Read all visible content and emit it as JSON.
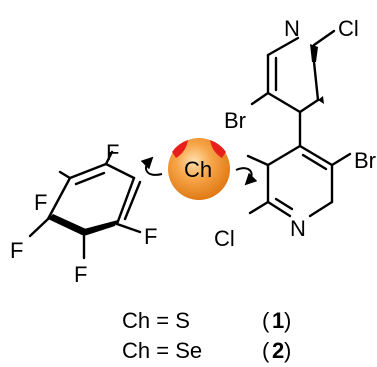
{
  "atoms": {
    "pyridine_top": {
      "n": "N",
      "cl": "Cl",
      "br": "Br"
    },
    "pyridine_bottom": {
      "n": "N",
      "cl": "Cl",
      "br": "Br"
    },
    "aryl": {
      "f1": "F",
      "f2": "F",
      "f3": "F",
      "f4": "F",
      "f5": "F"
    }
  },
  "chalcogen": {
    "label": "Ch",
    "sphere_color": "#f39a3a",
    "sigma_hole_color": "#e8201b"
  },
  "legend": [
    {
      "text": "Ch = S",
      "compound_open": "(",
      "compound_number": "1",
      "compound_close": ")"
    },
    {
      "text": "Ch = Se",
      "compound_open": "(",
      "compound_number": "2",
      "compound_close": ")"
    }
  ]
}
